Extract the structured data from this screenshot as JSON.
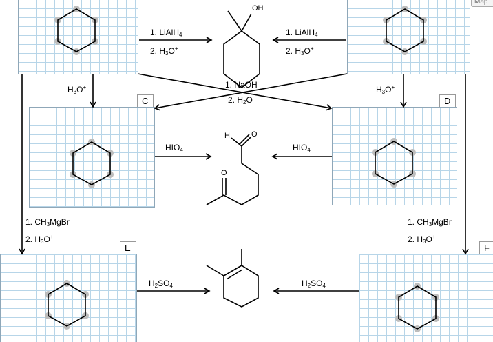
{
  "boxes": {
    "C": "C",
    "D": "D",
    "E": "E",
    "F": "F"
  },
  "map_button": "Map",
  "reagents": {
    "top_left": {
      "l1": "1. LiAlH",
      "l1_sub": "4",
      "l2": "2. H",
      "l2_sub": "3",
      "l2_rest": "O",
      "l2_sup": "+"
    },
    "top_right": {
      "l1": "1. LiAlH",
      "l1_sub": "4",
      "l2": "2. H",
      "l2_sub": "3",
      "l2_rest": "O",
      "l2_sup": "+"
    },
    "cross": {
      "l1": "1. NaOH",
      "l2": "2. H",
      "l2_sub": "2",
      "l2_rest": "O"
    },
    "acid_left": {
      "a": "H",
      "sub": "3",
      "b": "O",
      "sup": "+"
    },
    "acid_right": {
      "a": "H",
      "sub": "3",
      "b": "O",
      "sup": "+"
    },
    "hio4_left": {
      "a": "HIO",
      "sub": "4"
    },
    "hio4_right": {
      "a": "HIO",
      "sub": "4"
    },
    "grignard_left": {
      "l1": "1. CH",
      "l1_sub": "3",
      "l1_rest": "MgBr",
      "l2": "2. H",
      "l2_sub": "3",
      "l2_rest": "O",
      "l2_sup": "+"
    },
    "grignard_right": {
      "l1": "1. CH",
      "l1_sub": "3",
      "l1_rest": "MgBr",
      "l2": "2. H",
      "l2_sub": "3",
      "l2_rest": "O",
      "l2_sup": "+"
    },
    "h2so4_left": {
      "a": "H",
      "sub": "2",
      "b": "SO",
      "sub2": "4"
    },
    "h2so4_right": {
      "a": "H",
      "sub": "2",
      "b": "SO",
      "sub2": "4"
    }
  },
  "atoms": {
    "oh": "OH",
    "ald_h": "H",
    "ald_o": "O",
    "ket_o": "O"
  }
}
